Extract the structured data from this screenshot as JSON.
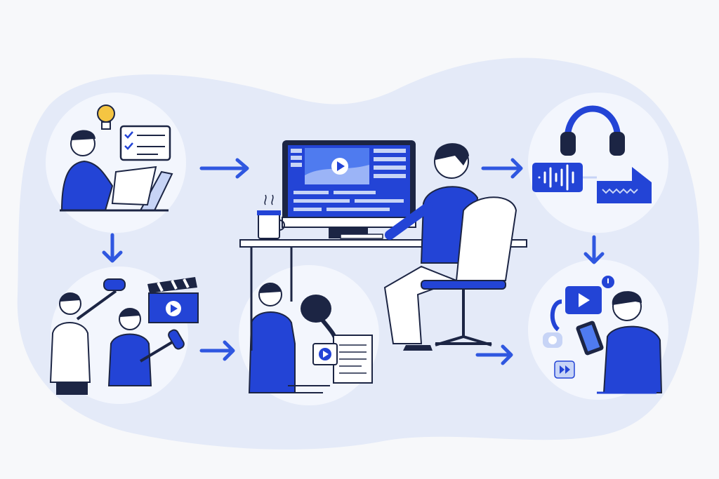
{
  "colors": {
    "background": "#f7f8fa",
    "blob": "#e4eaf8",
    "circle": "#f3f6fd",
    "accent": "#2344d6",
    "navy": "#1c2544",
    "light_blue": "#c7d4f6",
    "skin": "#ffffff"
  },
  "stages": [
    {
      "id": "planning",
      "icons": [
        "lightbulb-icon",
        "checklist-icon",
        "laptop-icon"
      ]
    },
    {
      "id": "filming",
      "icons": [
        "boom-mic-icon",
        "clapperboard-icon",
        "play-icon"
      ]
    },
    {
      "id": "editing-assets",
      "icons": [
        "film-reel-icon",
        "document-icon",
        "play-icon"
      ]
    },
    {
      "id": "video-editing",
      "icons": [
        "monitor-icon",
        "coffee-cup-icon",
        "office-chair-icon"
      ]
    },
    {
      "id": "audio",
      "icons": [
        "headphones-icon",
        "waveform-icon",
        "audio-track-icon"
      ]
    },
    {
      "id": "publishing",
      "icons": [
        "smartphone-icon",
        "play-icon",
        "comment-icon"
      ]
    }
  ]
}
